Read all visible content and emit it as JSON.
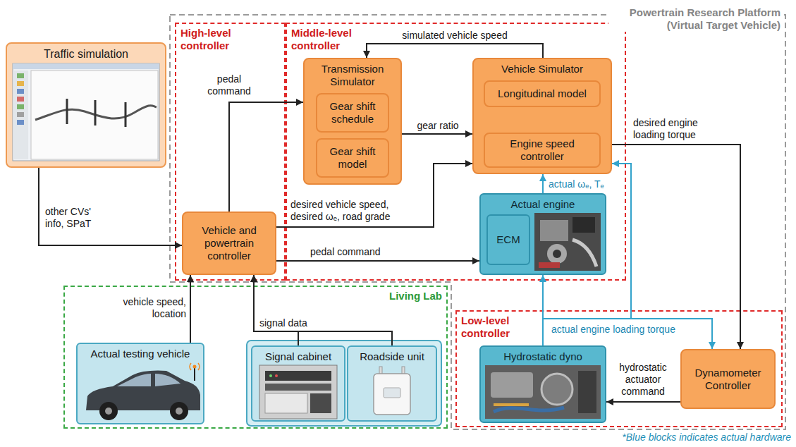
{
  "diagram": {
    "nodes": [
      {
        "text": [
          "Traffic simulation"
        ]
      },
      {
        "text": [
          "Powertrain Research Platform (Virtual Target Vehicle)"
        ]
      },
      {
        "text": [
          "High-level controller"
        ],
        "in": 1
      },
      {
        "text": [
          "Vehicle and powertrain controller"
        ],
        "in": 2
      },
      {
        "text": [
          "Middle-level controller"
        ],
        "in": 1
      },
      {
        "text": [
          "Transmission Simulator"
        ],
        "in": 4
      },
      {
        "text": [
          "Gear shift schedule"
        ],
        "in": 5
      },
      {
        "text": [
          "Gear shift model"
        ],
        "in": 5
      },
      {
        "text": [
          "Vehicle Simulator"
        ],
        "in": 4
      },
      {
        "text": [
          "Longitudinal model"
        ],
        "in": 8
      },
      {
        "text": [
          "Engine speed controller"
        ],
        "in": 8
      },
      {
        "text": [
          "Actual engine"
        ],
        "in": 4
      },
      {
        "text": [
          "ECM"
        ],
        "in": 11
      },
      {
        "text": [
          "Low-level controller"
        ],
        "in": 1
      },
      {
        "text": [
          "Hydrostatic dyno"
        ],
        "in": 13
      },
      {
        "text": [
          "Dynamometer Controller"
        ],
        "in": 13
      },
      {
        "text": [
          "Living Lab"
        ]
      },
      {
        "text": [
          "Actual testing vehicle"
        ],
        "in": 16
      },
      {
        "text": [
          "Signal cabinet"
        ],
        "in": 16
      },
      {
        "text": [
          "Roadside unit"
        ],
        "in": 16
      }
    ],
    "edges": [
      {
        "from": 0,
        "to": 3,
        "arrow": "to",
        "label": "other CVs' info, SPaT"
      },
      {
        "from": 3,
        "to": 5,
        "arrow": "to",
        "label": "pedal command"
      },
      {
        "from": 3,
        "to": 8,
        "arrow": "to",
        "label": "desired vehicle speed, desired ωₑ, road grade"
      },
      {
        "from": 3,
        "to": 11,
        "arrow": "to",
        "label": "pedal command"
      },
      {
        "from": 5,
        "to": 8,
        "arrow": "to",
        "label": "gear ratio"
      },
      {
        "from": 8,
        "to": 5,
        "arrow": "to",
        "label": "simulated vehicle speed"
      },
      {
        "from": 8,
        "to": 15,
        "arrow": "to",
        "label": "desired engine loading torque"
      },
      {
        "from": 11,
        "to": 8,
        "arrow": "to",
        "label": "actual ωₑ, Tₑ"
      },
      {
        "from": 14,
        "to": 11,
        "arrow": "to"
      },
      {
        "from": 14,
        "to": 8,
        "arrow": "to"
      },
      {
        "from": 14,
        "to": 15,
        "arrow": "to",
        "label": "actual engine loading torque"
      },
      {
        "from": 15,
        "to": 14,
        "arrow": "to",
        "label": "hydrostatic actuator command"
      },
      {
        "from": 17,
        "to": 3,
        "arrow": "to",
        "label": "vehicle speed, location"
      },
      {
        "from": 18,
        "to": 3,
        "arrow": "to",
        "label": "signal data"
      },
      {
        "from": 19,
        "to": 3,
        "arrow": "to"
      }
    ],
    "labels": [
      "*Blue blocks indicates actual hardware"
    ]
  }
}
